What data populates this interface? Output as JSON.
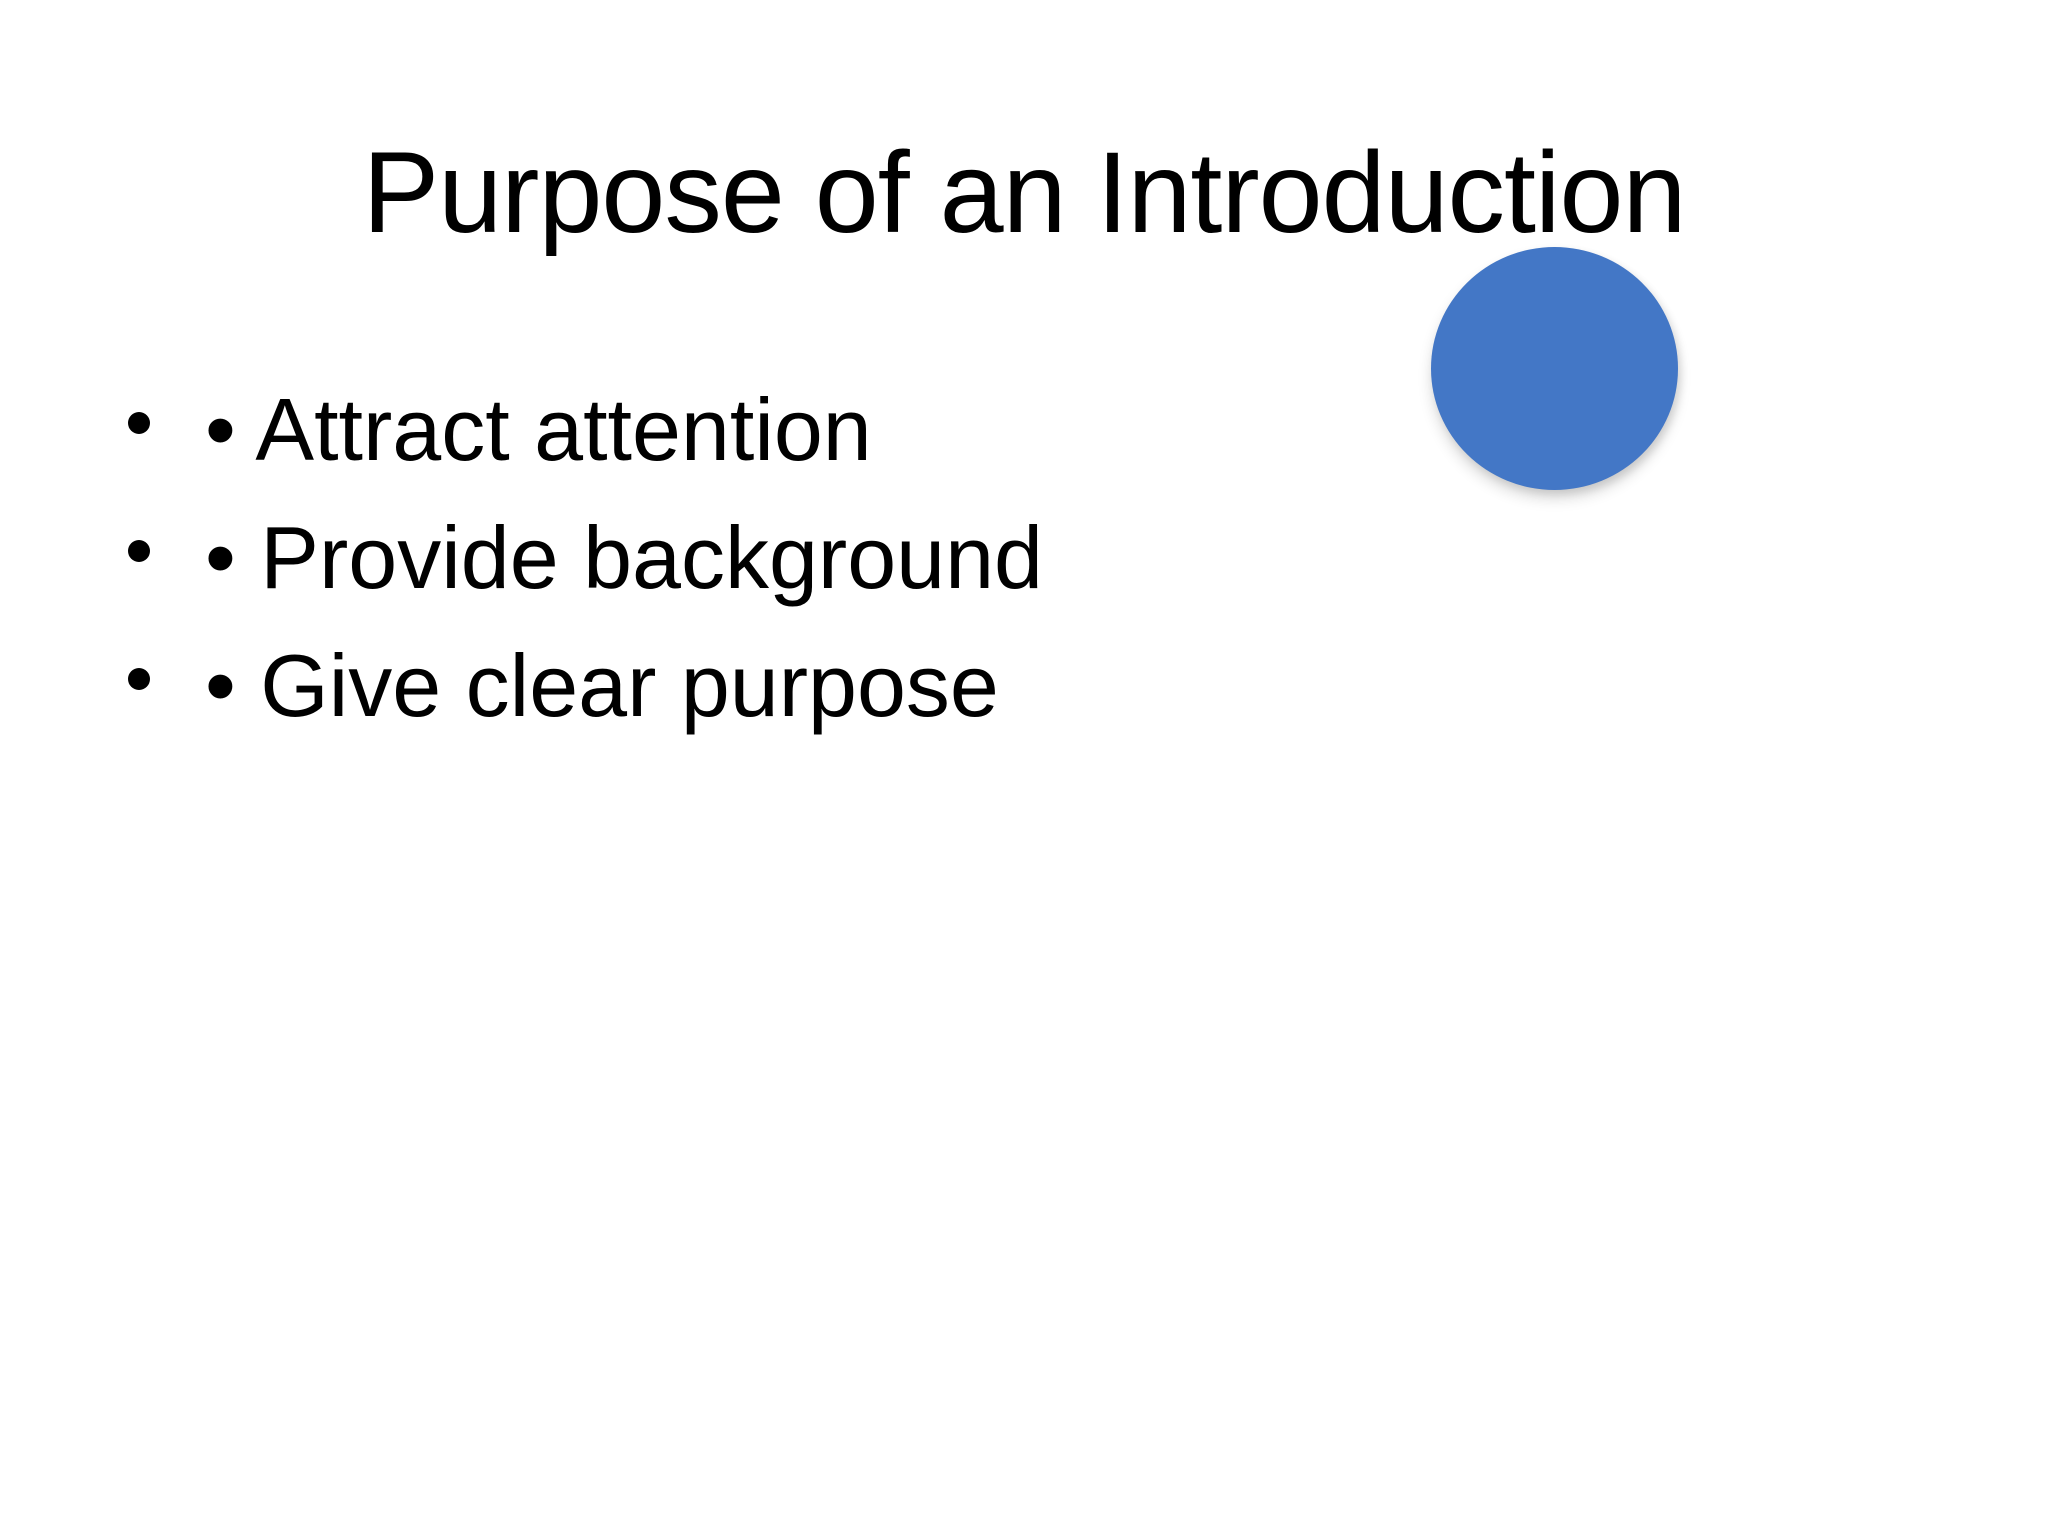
{
  "slide": {
    "title": "Purpose of an Introduction",
    "bullets": [
      {
        "text": "• Attract attention"
      },
      {
        "text": "• Provide background"
      },
      {
        "text": "• Give clear purpose"
      }
    ],
    "decorations": {
      "circle_color": "#4377C6"
    },
    "background_color": "#FFFFFF",
    "text_color": "#000000"
  }
}
